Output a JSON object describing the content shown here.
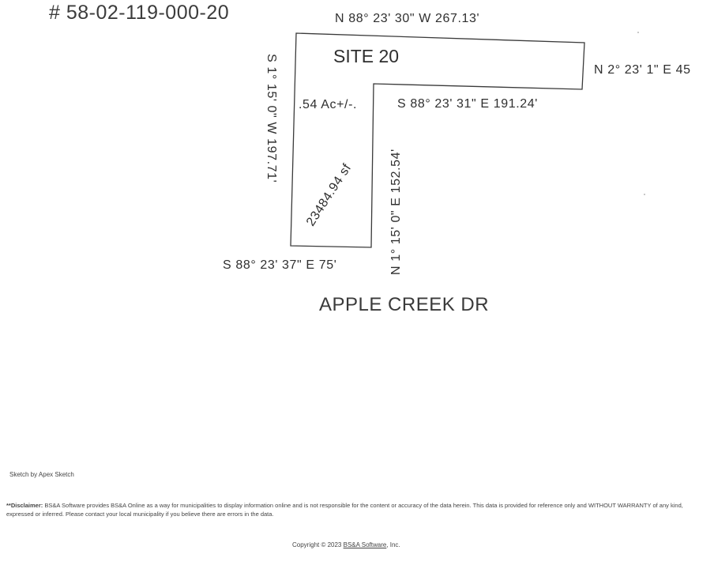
{
  "parcel_id": "# 58-02-119-000-20",
  "sketch": {
    "site_label": "SITE 20",
    "acreage": ".54 Ac+/-.",
    "area_sf": "23484.94 sf",
    "street": "APPLE CREEK DR",
    "bearings": {
      "top": "N 88° 23' 30\" W  267.13'",
      "right": "N 2° 23' 1\" E  45",
      "inner_top": "S 88° 23' 31\" E  191.24'",
      "inner_vertical": "N 1° 15' 0\" E  152.54'",
      "left": "S 1° 15' 0\" W  197.71'",
      "bottom": "S 88° 23' 37\" E  75'"
    }
  },
  "footer": {
    "sketch_credit": "Sketch by Apex Sketch",
    "disclaimer_label": "**Disclaimer:",
    "disclaimer_text": " BS&A Software provides BS&A Online as a way for municipalities to display information online and is not responsible for the content or accuracy of the data herein. This data is provided for reference only and WITHOUT WARRANTY of any kind, expressed or inferred. Please contact your local municipality if you believe there are errors in the data.",
    "copyright_prefix": "Copyright © 2023 ",
    "copyright_company": "BS&A Software",
    "copyright_suffix": ", Inc."
  }
}
